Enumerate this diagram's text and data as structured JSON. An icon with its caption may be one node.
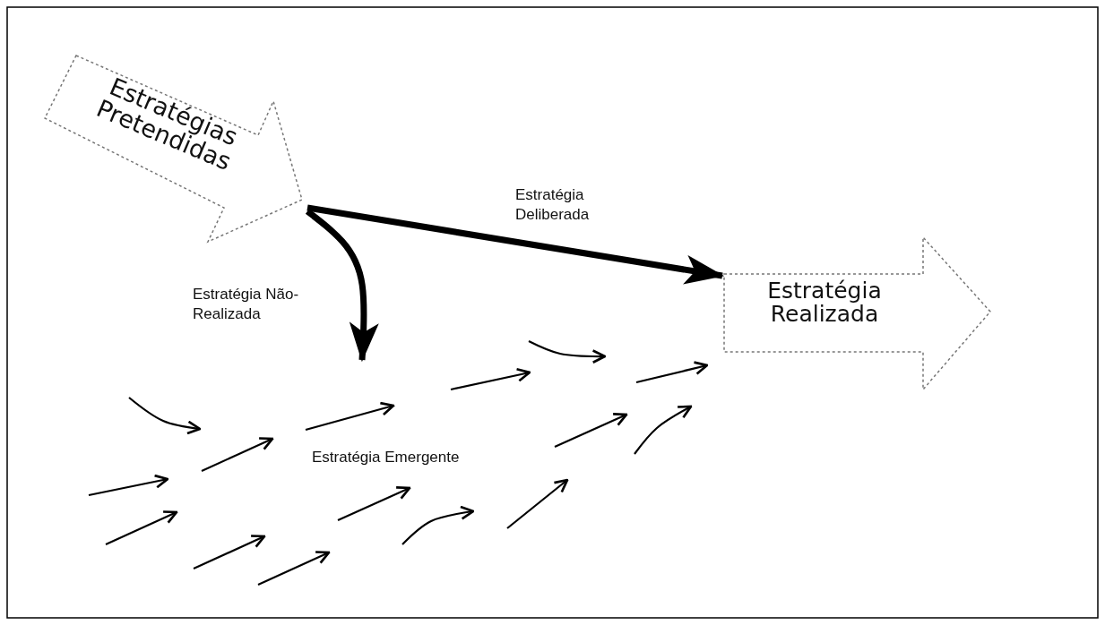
{
  "diagram": {
    "nodes": [
      {
        "text": [
          "Estratégias Pretendidas"
        ]
      },
      {
        "text": [
          "Estratégia Realizada"
        ]
      }
    ],
    "edges": [
      {
        "from": 0,
        "to": 1,
        "arrow": "to",
        "label": "Estratégia Deliberada"
      },
      {
        "from": 0,
        "to": null,
        "arrow": "to",
        "label": "Estratégia Não-Realizada"
      }
    ],
    "labels": [
      "Estratégia Emergente"
    ]
  }
}
